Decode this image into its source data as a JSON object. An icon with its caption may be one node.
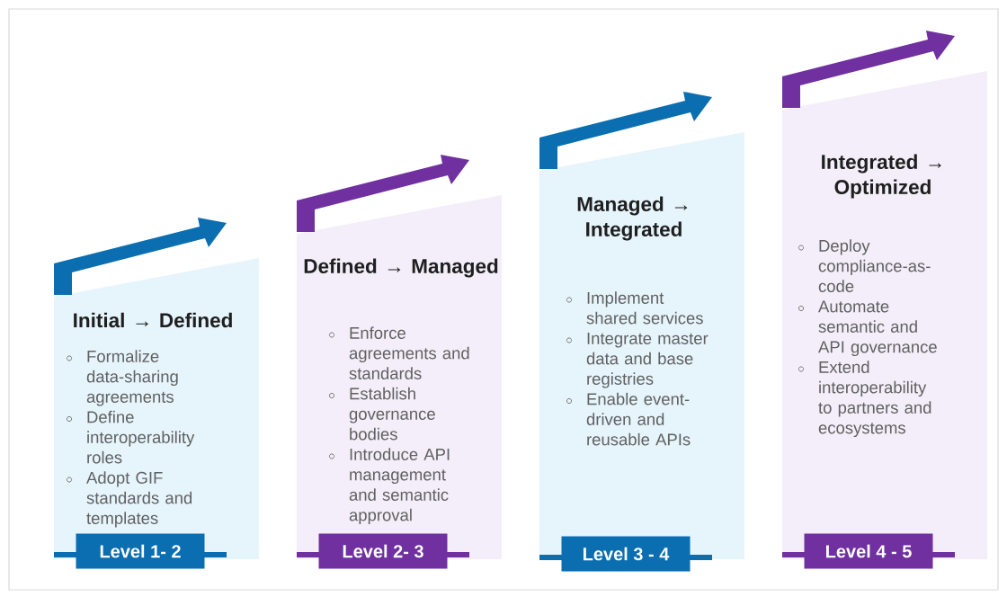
{
  "diagram": {
    "nodes": [
      {
        "text": [
          "Initial → Defined",
          "Formalize data-sharing agreements",
          "Define interoperability roles",
          "Adopt GIF standards and templates"
        ]
      },
      {
        "text": [
          "Level 1- 2"
        ]
      },
      {
        "text": [
          "Defined → Managed",
          "Enforce agreements and standards",
          "Establish governance bodies",
          "Introduce API management and semantic approval"
        ]
      },
      {
        "text": [
          "Level 2- 3"
        ]
      },
      {
        "text": [
          "Managed → Integrated",
          "Implement shared services",
          "Integrate master data and base registries",
          "Enable event-driven and reusable APIs"
        ]
      },
      {
        "text": [
          "Level 3 - 4"
        ]
      },
      {
        "text": [
          "Integrated → Optimized",
          "Deploy compliance-as-code",
          "Automate semantic and API governance",
          "Extend interoperability to partners and ecosystems"
        ]
      },
      {
        "text": [
          "Level 4 - 5"
        ]
      }
    ]
  }
}
